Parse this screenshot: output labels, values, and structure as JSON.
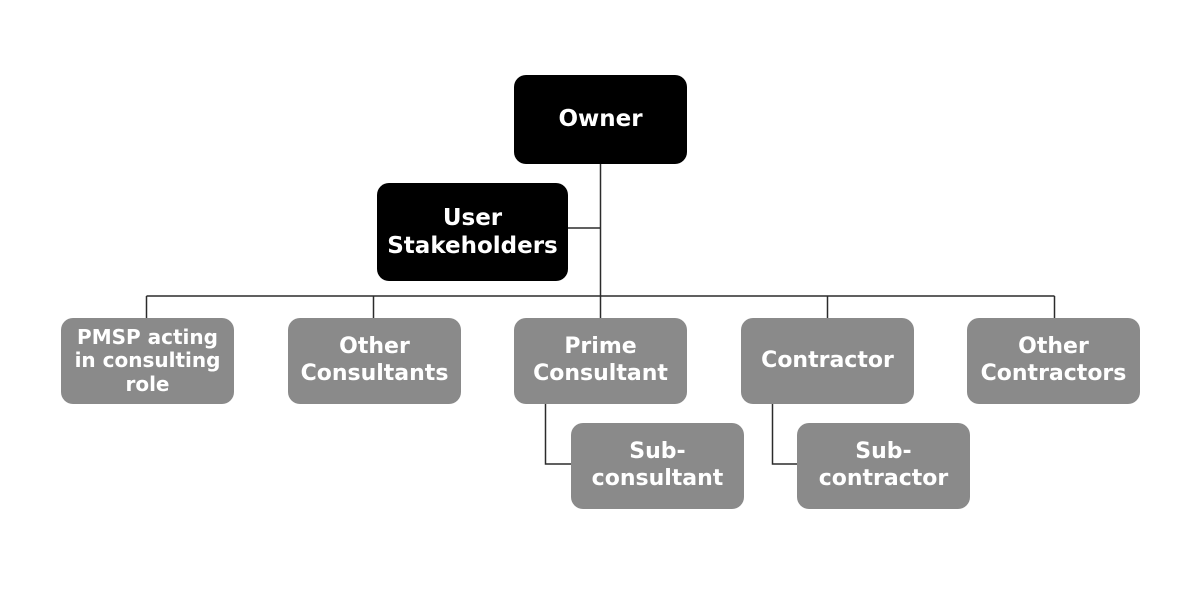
{
  "diagram": {
    "nodes": {
      "owner": "Owner",
      "user_stakeholders": "User\nStakeholders",
      "pmsp": "PMSP acting\nin consulting\nrole",
      "other_consultants": "Other\nConsultants",
      "prime_consultant": "Prime\nConsultant",
      "contractor": "Contractor",
      "other_contractors": "Other\nContractors",
      "sub_consultant": "Sub-\nconsultant",
      "sub_contractor": "Sub-\ncontractor"
    },
    "colors": {
      "dark_node": "#000000",
      "gray_node": "#8a8a8a",
      "text": "#ffffff",
      "connector": "#2b2b2b"
    }
  }
}
